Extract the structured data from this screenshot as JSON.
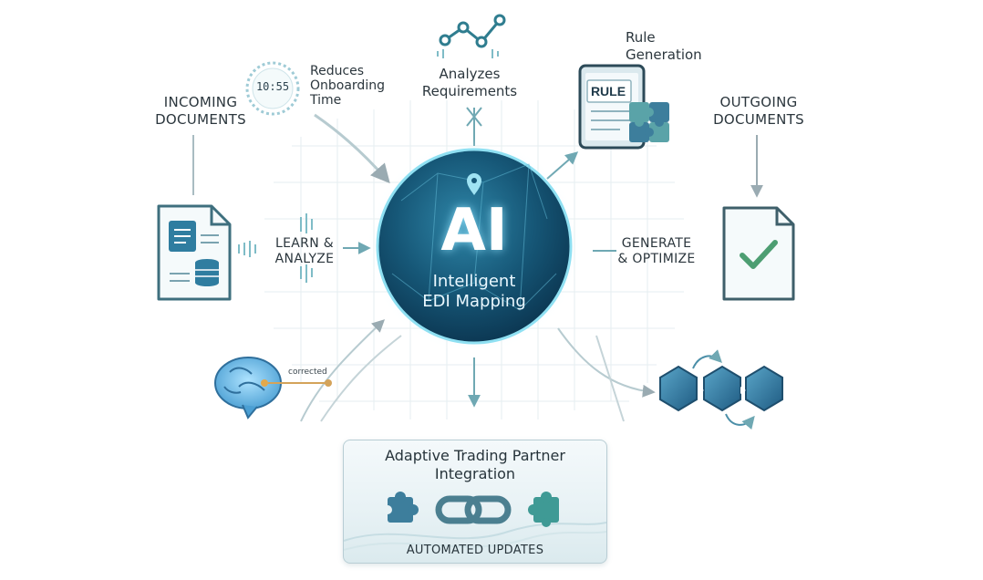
{
  "incoming": {
    "line1": "INCOMING",
    "line2": "DOCUMENTS"
  },
  "outgoing": {
    "line1": "OUTGOING",
    "line2": "DOCUMENTS"
  },
  "onboarding": {
    "timer": "10:55",
    "line1": "Reduces",
    "line2": "Onboarding",
    "line3": "Time"
  },
  "analyzes": {
    "line1": "Analyzes",
    "line2": "Requirements"
  },
  "rule_generation": {
    "line1": "Rule",
    "line2": "Generation",
    "card": "RULE"
  },
  "learn": {
    "line1": "LEARN &",
    "line2": "ANALYZE"
  },
  "generate": {
    "line1": "GENERATE",
    "line2": "& OPTIMIZE"
  },
  "core": {
    "title": "AI",
    "subtitle1": "Intelligent",
    "subtitle2": "EDI Mapping"
  },
  "feedback": {
    "label": "corrected"
  },
  "integration": {
    "title1": "Adaptive Trading Partner",
    "title2": "Integration",
    "footer": "AUTOMATED UPDATES"
  },
  "colors": {
    "primary": "#1d5f7e",
    "accent": "#3fa7a3",
    "check": "#4d9e72",
    "node": "#6ab0c0"
  }
}
